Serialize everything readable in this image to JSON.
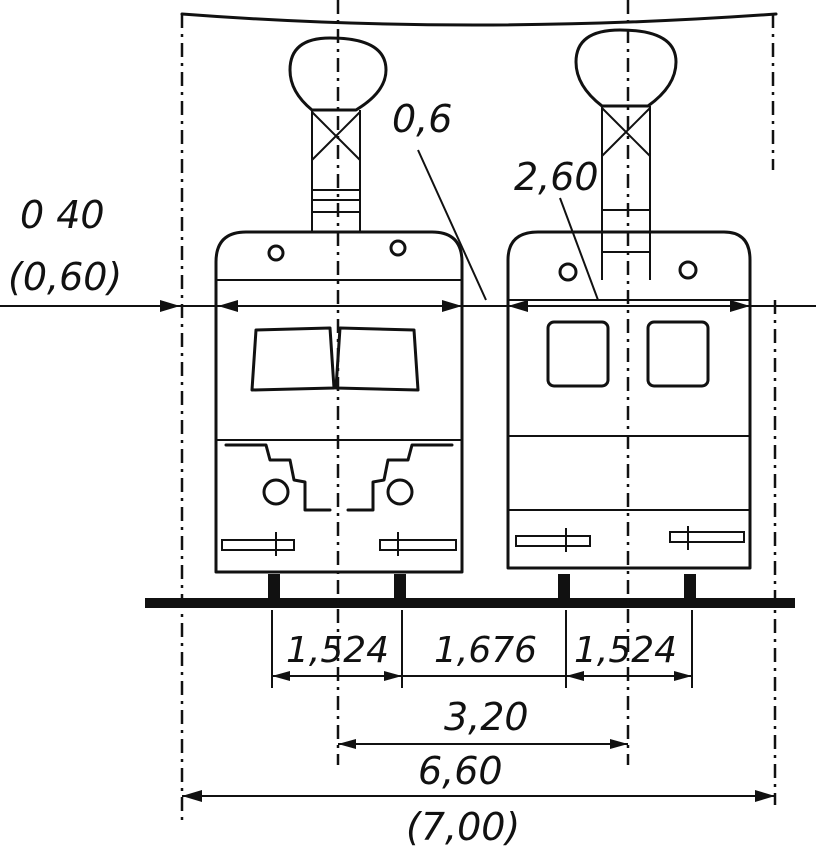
{
  "labels": {
    "side_clearance": "0 40",
    "side_clearance_alt": "(0,60)",
    "gap_between_cars": "0,6",
    "car_width": "2,60",
    "gauge_left": "1,524",
    "track_spacing": "1,676",
    "gauge_right": "1,524",
    "track_centers": "3,20",
    "tunnel_width": "6,60",
    "tunnel_width_alt": "(7,00)"
  },
  "colors": {
    "ink": "#111111",
    "paper": "#ffffff"
  }
}
